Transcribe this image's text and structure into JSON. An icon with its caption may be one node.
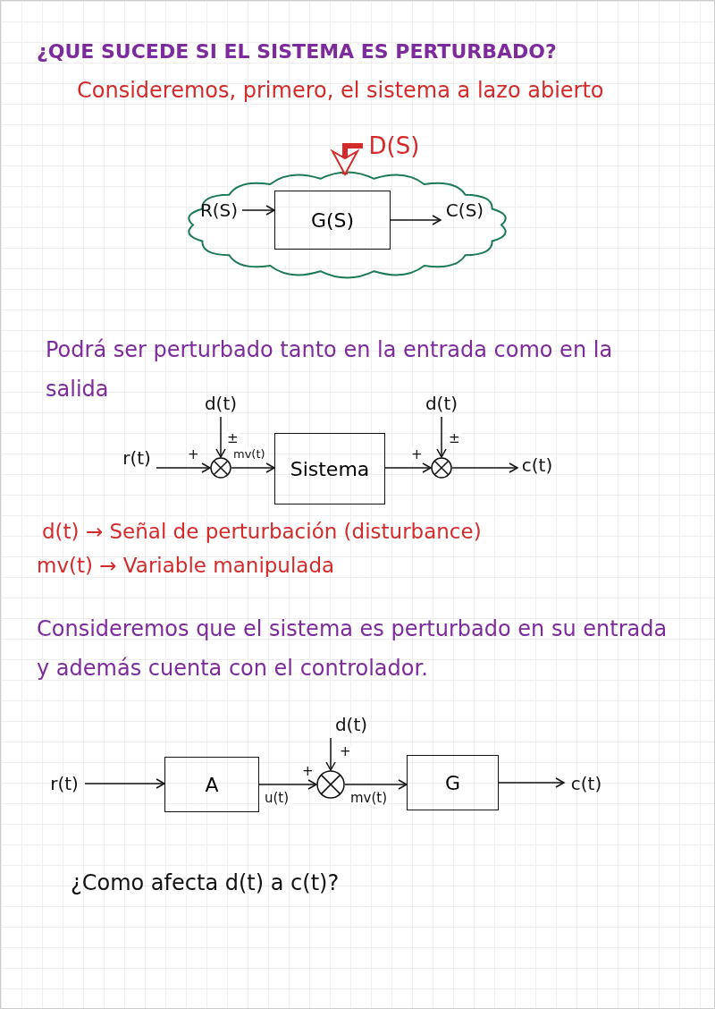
{
  "diagram": {
    "title": "¿QUE SUCEDE SI EL SISTEMA ES PERTURBADO?",
    "nodes": [
      {
        "text": [
          "D(S)"
        ]
      },
      {
        "text": [],
        "shape": "cloud"
      },
      {
        "text": [
          "R(S)"
        ],
        "in": 1
      },
      {
        "text": [
          "G(S)"
        ],
        "in": 1
      },
      {
        "text": [
          "C(S)"
        ],
        "in": 1
      },
      {
        "text": [
          "d(t)"
        ]
      },
      {
        "text": [
          "d(t)"
        ]
      },
      {
        "text": [
          "r(t)"
        ]
      },
      {
        "text": [],
        "shape": "circle"
      },
      {
        "text": [
          "Sistema"
        ]
      },
      {
        "text": [],
        "shape": "circle"
      },
      {
        "text": [
          "c(t)"
        ]
      },
      {
        "text": [
          "d(t)"
        ]
      },
      {
        "text": [
          "r(t)"
        ]
      },
      {
        "text": [
          "A"
        ]
      },
      {
        "text": [],
        "shape": "circle"
      },
      {
        "text": [
          "G"
        ]
      },
      {
        "text": [
          "c(t)"
        ]
      }
    ],
    "edges": [
      {
        "from": 0,
        "to": 1,
        "arrow": "to",
        "style": "thick",
        "color": "#d42a2a"
      },
      {
        "from": 2,
        "to": 3,
        "arrow": "to"
      },
      {
        "from": 3,
        "to": 4,
        "arrow": "to"
      },
      {
        "from": 7,
        "to": 8,
        "arrow": "to",
        "label": "+"
      },
      {
        "from": 5,
        "to": 8,
        "arrow": "to",
        "label": "±"
      },
      {
        "from": 8,
        "to": 9,
        "arrow": "to",
        "label": "mv(t)"
      },
      {
        "from": 9,
        "to": 10,
        "arrow": "to",
        "label": "+"
      },
      {
        "from": 6,
        "to": 10,
        "arrow": "to",
        "label": "±"
      },
      {
        "from": 10,
        "to": 11,
        "arrow": "to"
      },
      {
        "from": 13,
        "to": 14,
        "arrow": "to"
      },
      {
        "from": 14,
        "to": 15,
        "arrow": "to",
        "label": "u(t)"
      },
      {
        "from": 12,
        "to": 15,
        "arrow": "to",
        "label": "+"
      },
      {
        "from": 15,
        "to": 16,
        "arrow": "to",
        "label": "mv(t)"
      },
      {
        "from": 16,
        "to": 17,
        "arrow": "to"
      }
    ],
    "labels": [
      "Consideremos, primero, el sistema a lazo abierto",
      "Podrá ser perturbado tanto en la entrada como en la salida",
      "d(t) → Señal de perturbación (disturbance)",
      "mv(t) → Variable manipulada",
      "Consideremos que el sistema es perturbado en su entrada y además cuenta con el controlador.",
      "+",
      "¿Como afecta d(t) a c(t)?"
    ]
  }
}
